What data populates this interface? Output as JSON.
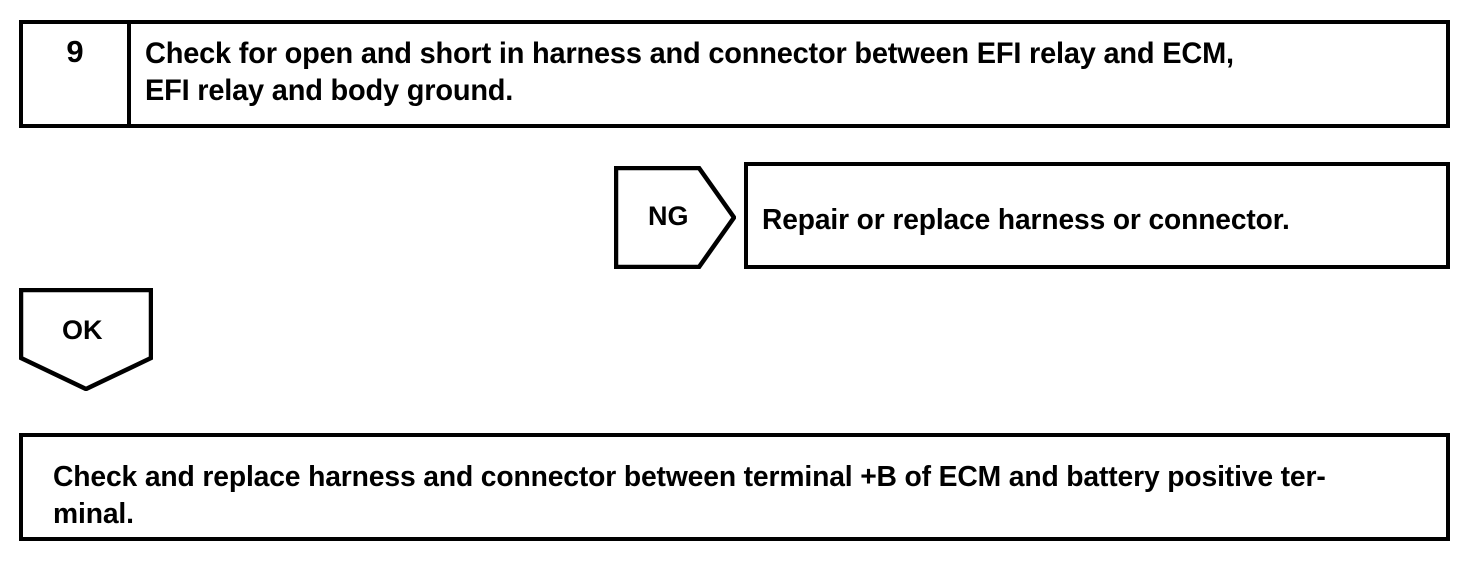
{
  "document": {
    "type": "diagnostic-flowchart",
    "colors": {
      "stroke": "#000000",
      "background": "#ffffff",
      "text": "#000000"
    }
  },
  "step": {
    "number": "9",
    "instruction": "Check for open and short in harness and connector between EFI relay and ECM,\nEFI relay and body ground."
  },
  "branches": {
    "ng": {
      "label": "NG",
      "result": "Repair or replace harness or connector."
    },
    "ok": {
      "label": "OK"
    }
  },
  "final": {
    "instruction": "Check and replace harness and connector between terminal +B of ECM and battery positive ter-\nminal."
  }
}
